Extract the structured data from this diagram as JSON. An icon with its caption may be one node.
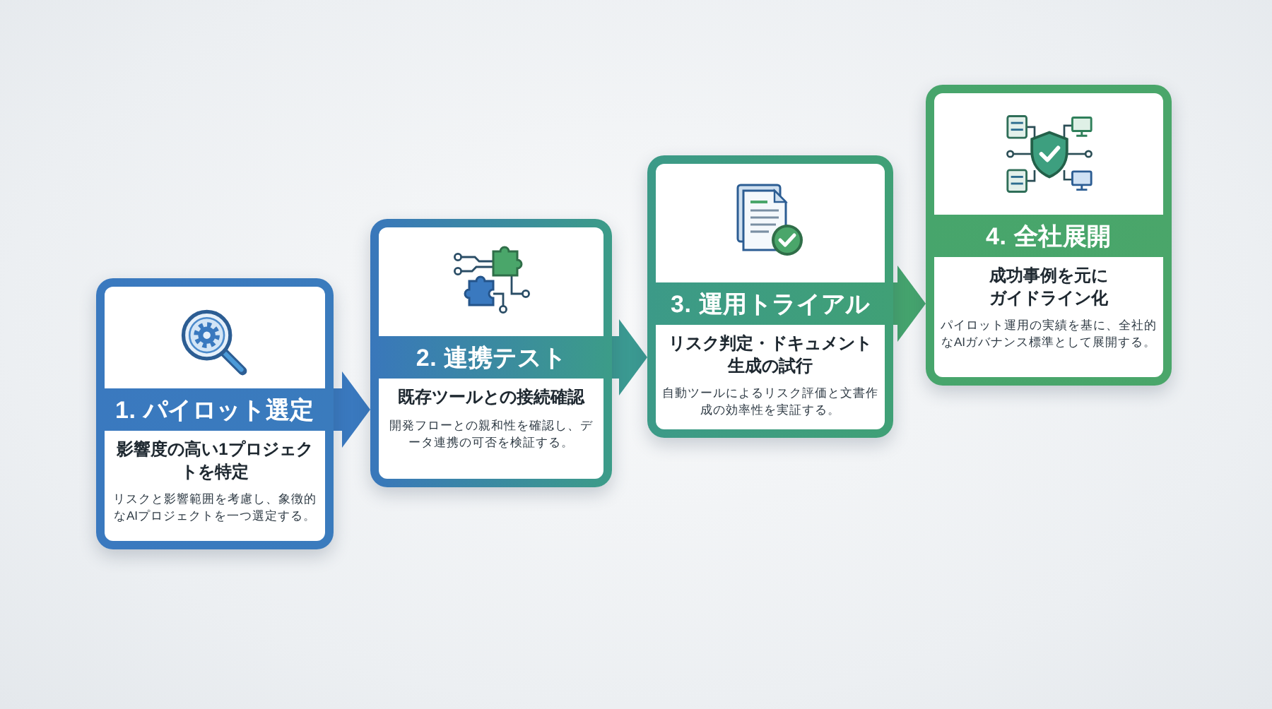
{
  "diagram": {
    "nodes": [
      {
        "text": [
          "1. パイロット選定",
          "影響度の高い1プロジェクトを特定",
          "リスクと影響範囲を考慮し、象徴的なAIプロジェクトを一つ選定する。"
        ]
      },
      {
        "text": [
          "2. 連携テスト",
          "既存ツールとの接続確認",
          "開発フローとの親和性を確認し、データ連携の可否を検証する。"
        ]
      },
      {
        "text": [
          "3. 運用トライアル",
          "リスク判定・ドキュメント生成の試行",
          "自動ツールによるリスク評価と文書作成の効率性を実証する。"
        ]
      },
      {
        "text": [
          "4. 全社展開",
          "成功事例を元にガイドライン化",
          "パイロット運用の実績を基に、全社的なAIガバナンス標準として展開する。"
        ]
      }
    ],
    "edges": [
      {
        "from": 0,
        "to": 1,
        "arrow": "to",
        "color": "#3a79bf"
      },
      {
        "from": 1,
        "to": 2,
        "arrow": "to",
        "color": "#3b9a92"
      },
      {
        "from": 2,
        "to": 3,
        "arrow": "to",
        "color": "#45a46e"
      }
    ]
  }
}
